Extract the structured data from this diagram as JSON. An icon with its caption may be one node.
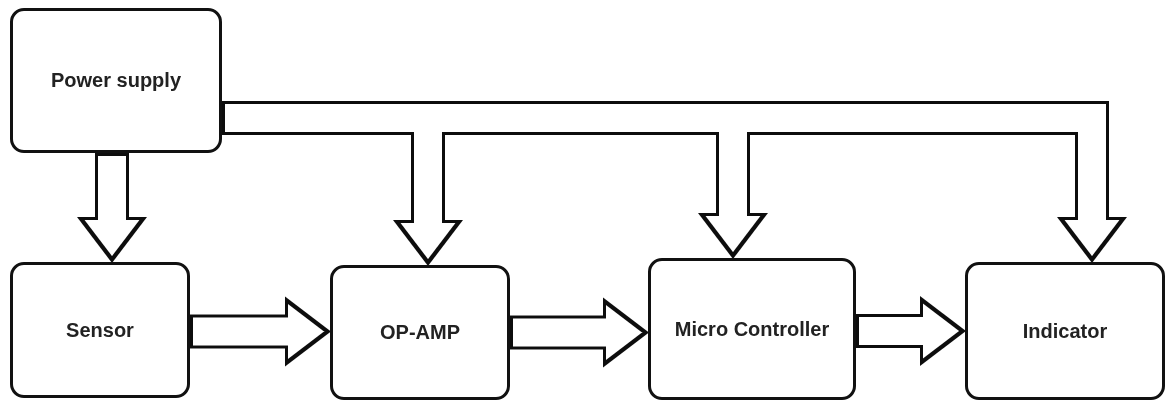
{
  "diagram": {
    "nodes": [
      {
        "text": [
          "Power supply"
        ]
      },
      {
        "text": [
          "Sensor"
        ]
      },
      {
        "text": [
          "OP-AMP"
        ]
      },
      {
        "text": [
          "Micro Controller"
        ]
      },
      {
        "text": [
          "Indicator"
        ]
      }
    ],
    "edges": [
      {
        "from": 0,
        "to": 1,
        "arrow": "to"
      },
      {
        "from": 0,
        "to": 2,
        "arrow": "to"
      },
      {
        "from": 0,
        "to": 3,
        "arrow": "to"
      },
      {
        "from": 0,
        "to": 4,
        "arrow": "to"
      },
      {
        "from": 1,
        "to": 2,
        "arrow": "to"
      },
      {
        "from": 2,
        "to": 3,
        "arrow": "to"
      },
      {
        "from": 3,
        "to": 4,
        "arrow": "to"
      }
    ]
  }
}
